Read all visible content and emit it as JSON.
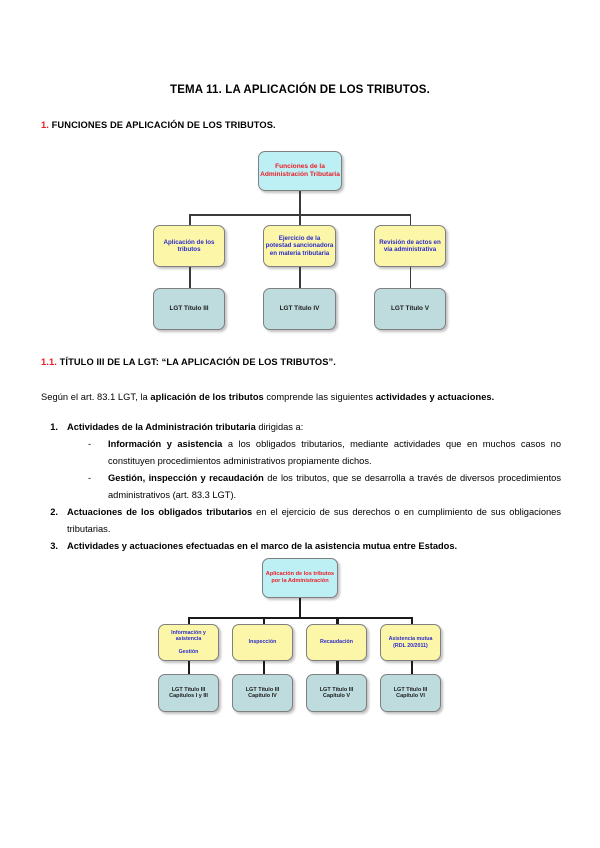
{
  "document": {
    "title": "TEMA 11. LA APLICACIÓN DE LOS TRIBUTOS.",
    "section1": {
      "number": "1.",
      "heading": "FUNCIONES DE APLICACIÓN DE LOS TRIBUTOS."
    },
    "section11": {
      "number": "1.1.",
      "heading": "TÍTULO III DE LA LGT: “LA APLICACIÓN DE LOS TRIBUTOS”."
    },
    "intro_paragraph": {
      "part1": "Según el art. 83.1 LGT, la ",
      "bold1": "aplicación de los tributos",
      "part2": " comprende las siguientes ",
      "bold2": "actividades y actuaciones."
    },
    "list": [
      {
        "num": "1.",
        "bold": "Actividades de la Administración tributaria",
        "rest": " dirigidas a:",
        "sub": [
          {
            "dash": "-",
            "bold": "Información y asistencia",
            "rest": " a los obligados tributarios, mediante actividades que en muchos casos no constituyen procedimientos administrativos propiamente dichos."
          },
          {
            "dash": "-",
            "bold": "Gestión, inspección y recaudación",
            "rest": " de los tributos, que se desarrolla a través de diversos procedimientos administrativos (art. 83.3 LGT)."
          }
        ]
      },
      {
        "num": "2.",
        "bold": "Actuaciones de los obligados tributarios",
        "rest": " en el ejercicio de sus derechos o en cumplimiento de sus obligaciones tributarias.",
        "sub": []
      },
      {
        "num": "3.",
        "bold": "Actividades y actuaciones efectuadas en el marco de la asistencia mutua entre Estados.",
        "rest": "",
        "sub": []
      }
    ]
  },
  "diagram1": {
    "root": "Funciones de la Administración Tributaria",
    "mid": [
      "Aplicación de los tributos",
      "Ejercicio de la potestad sancionadora en materia tributaria",
      "Revisión de actos en vía administrativa"
    ],
    "leaves": [
      "LGT Título III",
      "LGT Título IV",
      "LGT Título V"
    ],
    "colors": {
      "root_fill": "#BCF0F5",
      "root_text": "#ED1C24",
      "mid_fill": "#FCF6A8",
      "mid_text": "#2B2BCB",
      "leaf_fill": "#BEDBDE",
      "leaf_text": "#1B1B1B",
      "connector": "#3A3A3A"
    }
  },
  "diagram2": {
    "root": "Aplicación de los tributos por la Administración",
    "mid": [
      "Información y asistencia\n\nGestión",
      "Inspección",
      "Recaudación",
      "Asistencia mutua (RDL 20/2011)"
    ],
    "leaves": [
      "LGT Título III Capítulos I y III",
      "LGT Título III Capítulo IV",
      "LGT Título III Capítulo V",
      "LGT Título III Capítulo VI"
    ],
    "colors": {
      "root_fill": "#BCF0F5",
      "root_text": "#ED1C24",
      "mid_fill": "#FCF6A8",
      "mid_text": "#2B2BCB",
      "leaf_fill": "#BEDBDE",
      "leaf_text": "#1B1B1B",
      "connector": "#1A1A1A"
    }
  }
}
